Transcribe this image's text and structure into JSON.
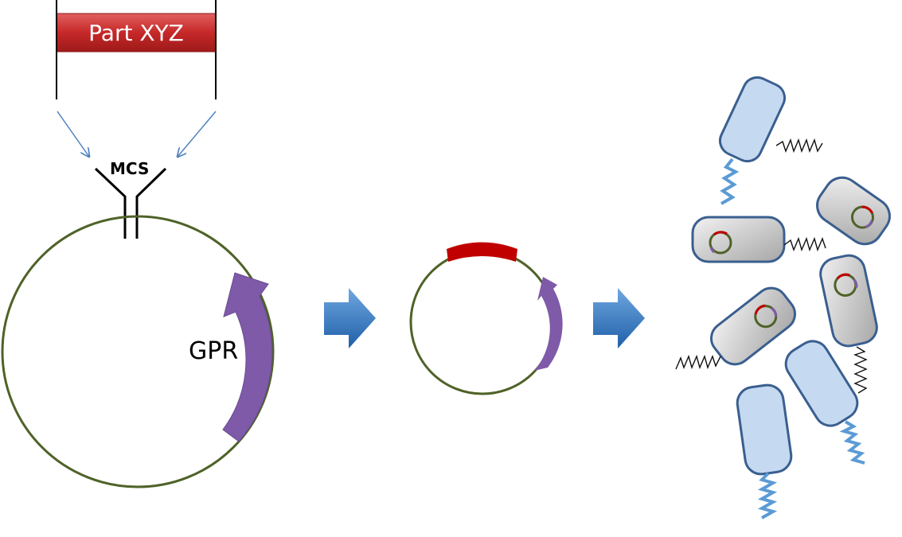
{
  "labels": {
    "part": "Part XYZ",
    "mcs": "MCS",
    "gpr": "GPR"
  },
  "colors": {
    "backbone": "#4F6228",
    "part_red": "#C00000",
    "promoter_purple": "#7F5AA8",
    "arrow_blue": "#2E74C0",
    "cell_blue_fill": "#C5D9F1",
    "cell_blue_stroke": "#3A5F8F",
    "cell_gray_fill": "#BFBFBF",
    "line_blue": "#5B9BD5"
  },
  "icons": {
    "step_arrow": "right-arrow-icon",
    "bacterium": "bacterium-icon",
    "plasmid": "plasmid-icon"
  }
}
